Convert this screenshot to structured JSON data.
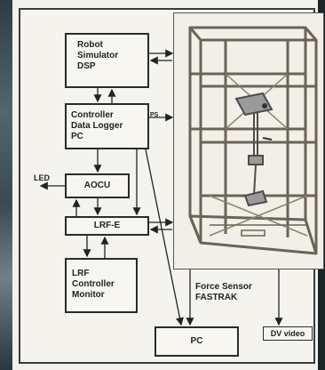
{
  "diagram": {
    "blocks": {
      "robot_simulator": [
        "Robot",
        "Simulator",
        "DSP"
      ],
      "controller": [
        "Controller",
        "Data Logger",
        "PC"
      ],
      "aocu": "AOCU",
      "lrf_e": "LRF-E",
      "lrf_controller": [
        "LRF",
        "Controller",
        "Monitor"
      ],
      "pc": "PC",
      "dv_video": "DV video"
    },
    "labels": {
      "led": "LED",
      "ps": "PS",
      "sensors": [
        "Force Sensor",
        "FASTRAK"
      ]
    }
  }
}
